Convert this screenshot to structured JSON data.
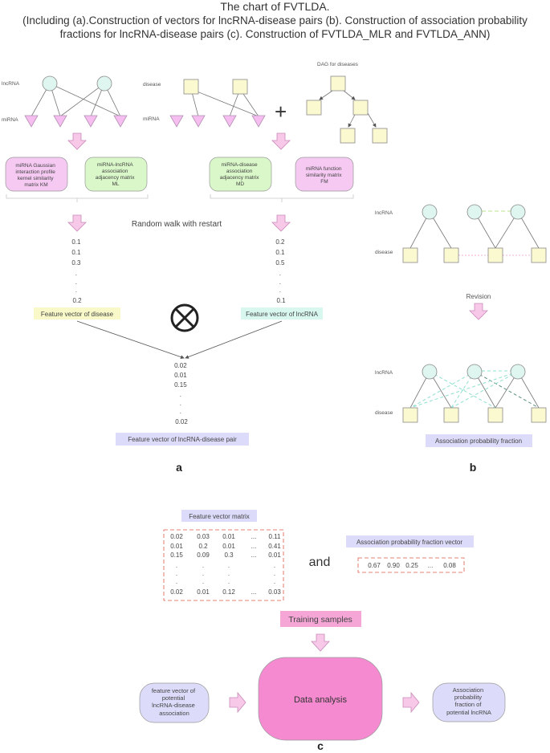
{
  "title": "The chart of FVTLDA.",
  "subtitle": "(Including (a).Construction of vectors for lncRNA-disease pairs (b). Construction of association probability fractions for lncRNA-disease pairs (c). Construction of FVTLDA_MLR and FVTLDA_ANN)",
  "panel_a": {
    "label": "a",
    "lncrna_label": "lncRNA",
    "mirna_label_left": "miRNA",
    "disease_label": "disease",
    "mirna_label_mid": "miRNA",
    "dag_label": "DAG for diseases",
    "plus": "+",
    "km_lines": [
      "miRNA Gaussian",
      "interaction profile",
      "kernel similarity",
      "matrix KM"
    ],
    "ml_lines": [
      "miRNA-lncRNA",
      "association",
      "adjacency matrix",
      "ML"
    ],
    "md_lines": [
      "miRNA-disease",
      "association",
      "adjacency matrix",
      "MD"
    ],
    "fm_lines": [
      "miRNA function",
      "similarity matrix",
      "FM"
    ],
    "rwr": "Random walk with restart",
    "disease_vector": [
      "0.1",
      "0.1",
      "0.3",
      ".",
      ".",
      ".",
      "0.2"
    ],
    "lncrna_vector": [
      "0.2",
      "0.1",
      "0.5",
      ".",
      ".",
      ".",
      "0.1"
    ],
    "disease_feature_label": "Feature vector of disease",
    "lncrna_feature_label": "Feature vector of lncRNA",
    "pair_vector": [
      "0.02",
      "0.01",
      "0.15",
      ".",
      ".",
      ".",
      "0.02"
    ],
    "pair_feature_label": "Feature vector of lncRNA-disease pair"
  },
  "panel_b": {
    "label": "b",
    "lncrna_label_top": "lncRNA",
    "disease_label_top": "disease",
    "revision": "Revision",
    "lncrna_label_bottom": "lncRNA",
    "disease_label_bottom": "disease",
    "fraction_label": "Association probability fraction"
  },
  "panel_c": {
    "label": "c",
    "matrix_label": "Feature vector matrix",
    "matrix_rows": [
      [
        "0.02",
        "0.03",
        "0.01",
        "...",
        "0.11"
      ],
      [
        "0.01",
        "0.2",
        "0.01",
        "...",
        "0.41"
      ],
      [
        "0.15",
        "0.09",
        "0.3",
        "...",
        "0.01"
      ],
      [
        ".",
        ".",
        ".",
        "",
        "."
      ],
      [
        ".",
        ".",
        ".",
        "",
        "."
      ],
      [
        ".",
        ".",
        ".",
        "",
        "."
      ],
      [
        "0.02",
        "0.01",
        "0.12",
        "...",
        "0.03"
      ]
    ],
    "and": "and",
    "fraction_vector_label": "Association probability fraction vector",
    "fraction_vector": [
      "0.67",
      "0.90",
      "0.25",
      "...",
      "0.08"
    ],
    "training": "Training samples",
    "input_lines": [
      "feature vector of",
      "potential",
      "lncRNA-disease",
      "association"
    ],
    "analysis": "Data analysis",
    "output_lines": [
      "Association",
      "probability",
      "fraction of",
      "potential lncRNA"
    ]
  },
  "colors": {
    "node_fill": "#dff5f0",
    "node_stroke": "#8a8a8a",
    "triangle_fill": "#f5bdf0",
    "square_fill": "#fbf9cf",
    "arrow_fill": "#f8c8e8",
    "arrow_stroke": "#c98ab8",
    "km_fill": "#f5c9f2",
    "ml_fill": "#d9f7c8",
    "label_violet": "#dcdcfa",
    "label_yellow": "#f8f8c8",
    "label_cyan": "#d8f7ef",
    "training_fill": "#f5a6d6",
    "analysis_fill": "#f58ad0",
    "dash_red": "#e05a4a",
    "dash_green": "#b8e38a",
    "dash_pink": "#f0b0d8",
    "dash_cyan": "#8fe0cf",
    "dash_teal": "#5a8f80"
  }
}
